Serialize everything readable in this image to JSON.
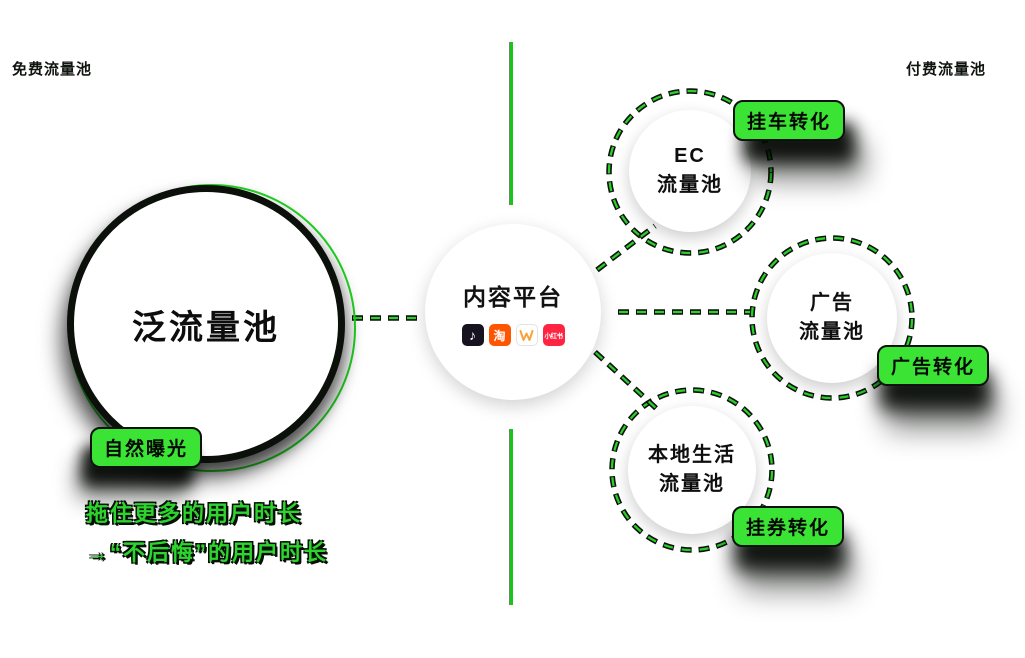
{
  "palette": {
    "background": "#ffffff",
    "badge_green": "#3be334",
    "dash_green": "#2ccf2b",
    "line_green": "#16c716",
    "note_green": "#2fd32f",
    "ink_black": "#0b100b"
  },
  "headers": {
    "free_pool": "免费流量池",
    "paid_pool": "付费流量池"
  },
  "left_pool": {
    "title": "泛流量池",
    "badge": "自然曝光",
    "note_line1": "拖住更多的用户时长",
    "note_line2": "→“不后悔”的用户时长"
  },
  "center_platform": {
    "title": "内容平台",
    "icons": [
      {
        "name": "douyin-icon",
        "glyph": "♪"
      },
      {
        "name": "taobao-icon",
        "glyph": "淘"
      },
      {
        "name": "wechat-channels-icon",
        "glyph": "W"
      },
      {
        "name": "xiaohongshu-icon",
        "glyph": "小红书"
      }
    ]
  },
  "right_pools": [
    {
      "line1": "EC",
      "line2": "流量池",
      "badge": "挂车转化"
    },
    {
      "line1": "广告",
      "line2": "流量池",
      "badge": "广告转化"
    },
    {
      "line1": "本地生活",
      "line2": "流量池",
      "badge": "挂券转化"
    }
  ]
}
